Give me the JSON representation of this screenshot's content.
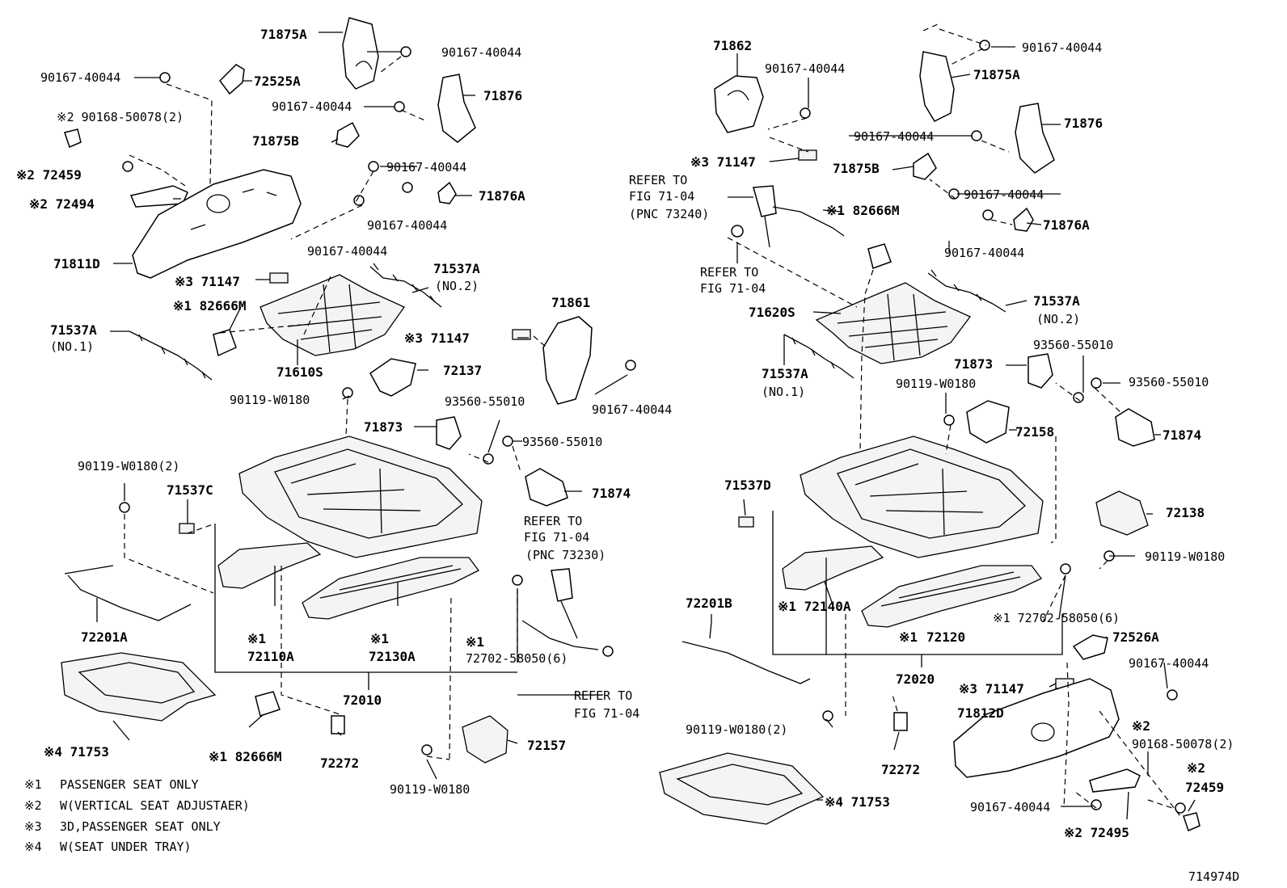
{
  "diagram": {
    "drawing_number": "714974D",
    "notes": [
      {
        "mark": "※1",
        "text": "PASSENGER SEAT ONLY"
      },
      {
        "mark": "※2",
        "text": "W(VERTICAL SEAT ADJUSTAER)"
      },
      {
        "mark": "※3",
        "text": "3D,PASSENGER SEAT ONLY"
      },
      {
        "mark": "※4",
        "text": "W(SEAT UNDER TRAY)"
      }
    ],
    "left_labels": [
      "71875A",
      "90167-40044",
      "72525A",
      "90167-40044",
      "90167-40044",
      "71876",
      "※2 90168-50078(2)",
      "71875B",
      "90167-40044",
      "※2 72459",
      "90167-40044",
      "71876A",
      "※2 72494",
      "90167-40044",
      "90167-40044",
      "71811D",
      "※3 71147",
      "71537A",
      "(NO.2)",
      "※1 82666M",
      "71861",
      "71537A",
      "(NO.1)",
      "※3 71147",
      "71610S",
      "72137",
      "90119-W0180",
      "90167-40044",
      "93560-55010",
      "71873",
      "93560-55010",
      "90119-W0180(2)",
      "71537C",
      "71874",
      "REFER TO",
      "FIG 71-04",
      "(PNC 73230)",
      "72201A",
      "※1",
      "※1",
      "※1",
      "72110A",
      "72130A",
      "72702-58050(6)",
      "72010",
      "REFER TO",
      "FIG 71-04",
      "※4 71753",
      "72157",
      "※1 82666M",
      "72272",
      "90119-W0180"
    ],
    "right_labels": [
      "71862",
      "90167-40044",
      "90167-40044",
      "90167-40044",
      "71875A",
      "※3 71147",
      "REFER TO",
      "FIG 71-04",
      "(PNC 73240)",
      "90167-40044",
      "71876",
      "71875B",
      "※1 82666M",
      "90167-40044",
      "71876A",
      "REFER TO",
      "FIG 71-04",
      "90167-40044",
      "71620S",
      "71537A",
      "(NO.2)",
      "71537A",
      "(NO.1)",
      "93560-55010",
      "71873",
      "90119-W0180",
      "93560-55010",
      "72158",
      "71874",
      "71537D",
      "72138",
      "90119-W0180",
      "72201B",
      "※1 72140A",
      "※1 72702-58050(6)",
      "72526A",
      "※1",
      "72120",
      "90167-40044",
      "72020",
      "※3 71147",
      "71812D",
      "※2",
      "90168-50078(2)",
      "90119-W0180(2)",
      "※2",
      "72459",
      "72272",
      "※4 71753",
      "90167-40044",
      "※2 72495"
    ]
  }
}
